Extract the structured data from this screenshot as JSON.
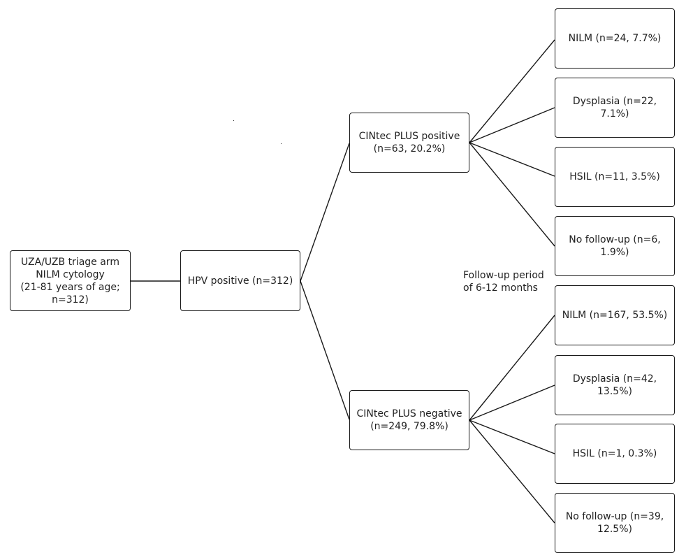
{
  "root": {
    "label": "UZA/UZB triage arm\nNILM cytology\n(21-81 years of age;\nn=312)"
  },
  "hpv": {
    "label": "HPV positive (n=312)"
  },
  "positive": {
    "label": "CINtec PLUS positive\n(n=63, 20.2%)",
    "outcomes": [
      "NILM (n=24, 7.7%)",
      "Dysplasia (n=22, 7.1%)",
      "HSIL (n=11, 3.5%)",
      "No follow-up  (n=6,\n1.9%)"
    ]
  },
  "negative": {
    "label": "CINtec PLUS negative\n(n=249, 79.8%)",
    "outcomes": [
      "NILM (n=167, 53.5%)",
      "Dysplasia (n=42,\n13.5%)",
      "HSIL (n=1, 0.3%)",
      "No follow-up (n=39,\n12.5%)"
    ]
  },
  "followup_note": "Follow-up period\nof 6-12 months"
}
